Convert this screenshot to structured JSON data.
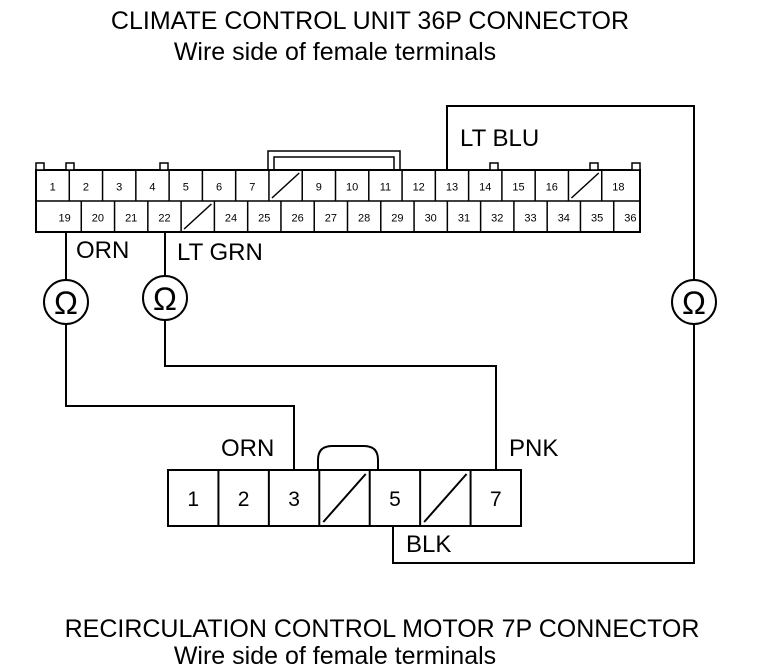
{
  "title_top": "CLIMATE CONTROL UNIT 36P CONNECTOR",
  "subtitle_top": "Wire side of female terminals",
  "title_bottom": "RECIRCULATION CONTROL MOTOR 7P CONNECTOR",
  "subtitle_bottom": "Wire side of female terminals",
  "wire_labels": {
    "lt_blu": "LT BLU",
    "orn_top": "ORN",
    "lt_grn": "LT GRN",
    "orn_bottom": "ORN",
    "pnk": "PNK",
    "blk": "BLK"
  },
  "ohm_symbol": "Ω",
  "connector_36p": {
    "row1": [
      "1",
      "2",
      "3",
      "4",
      "5",
      "6",
      "7",
      "",
      "9",
      "10",
      "11",
      "12",
      "13",
      "14",
      "15",
      "16",
      "",
      "18"
    ],
    "row2": [
      "19",
      "20",
      "21",
      "22",
      "",
      "24",
      "25",
      "26",
      "27",
      "28",
      "29",
      "30",
      "31",
      "32",
      "33",
      "34",
      "35",
      "36"
    ]
  },
  "connector_7p": {
    "cells": [
      "1",
      "2",
      "3",
      "",
      "5",
      "",
      "7"
    ]
  }
}
